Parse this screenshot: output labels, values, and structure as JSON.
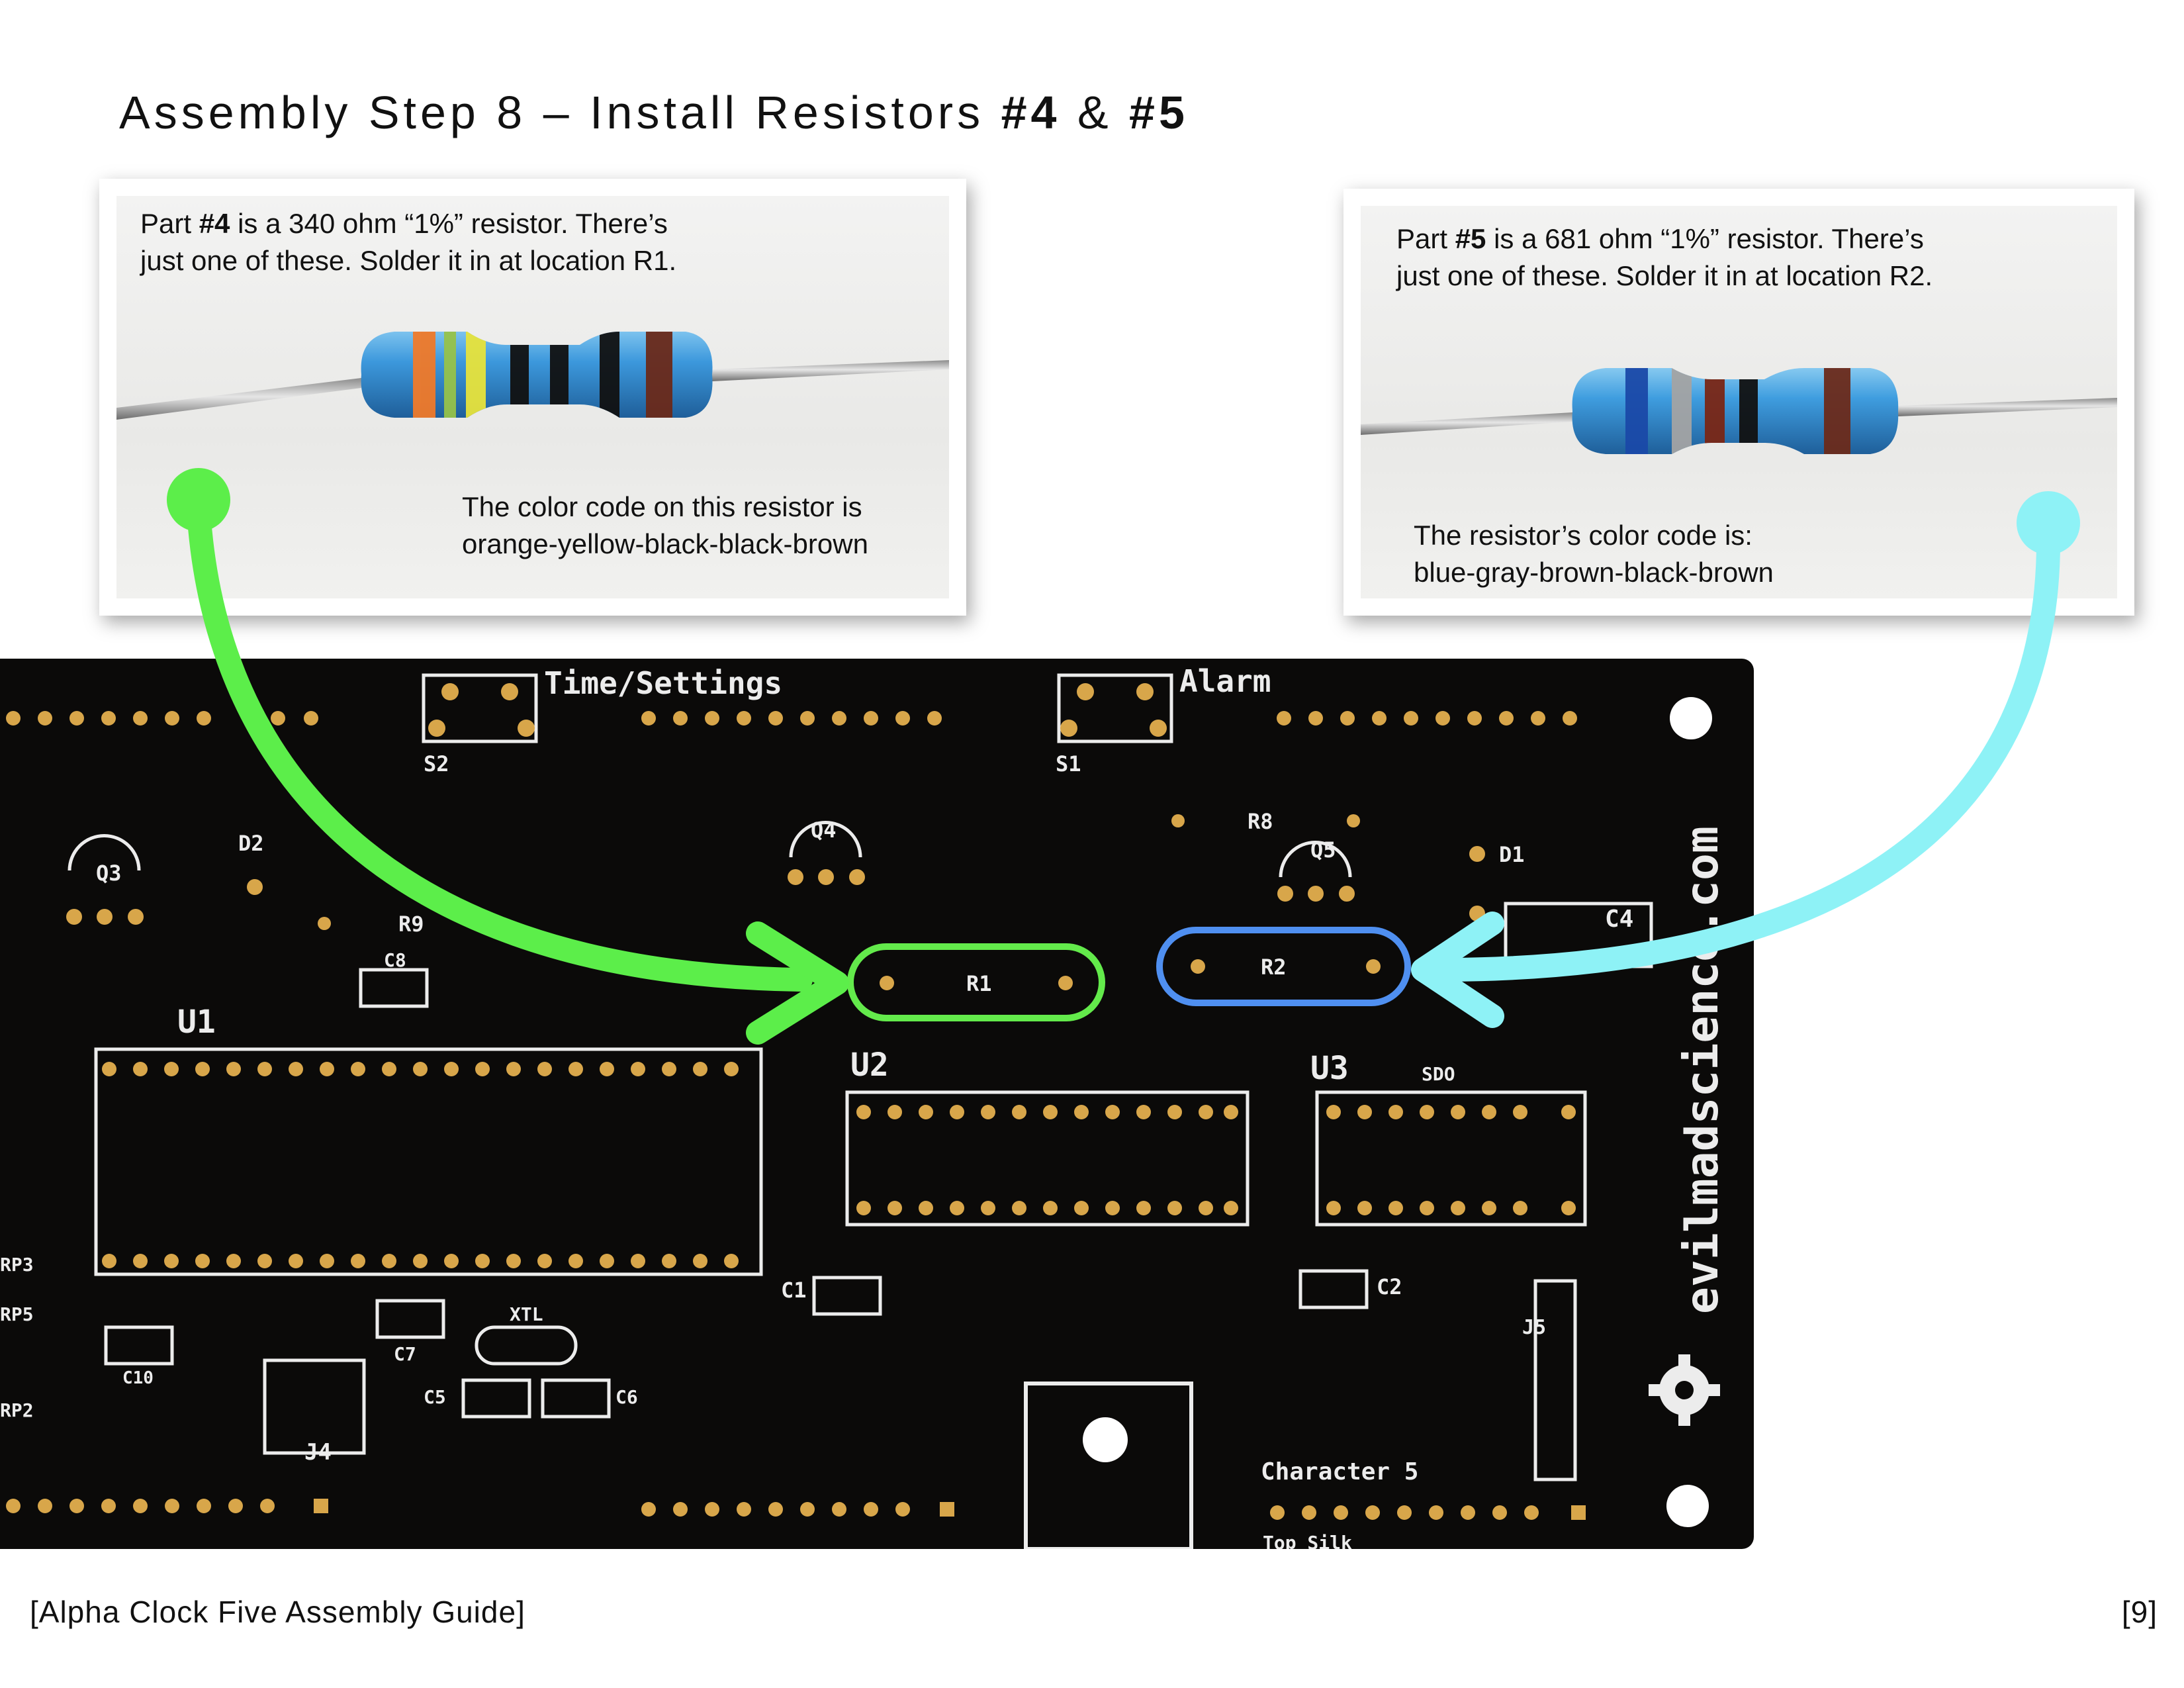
{
  "page": {
    "title_prefix": "Assembly Step 8 – Install Resistors ",
    "title_part_a": "#4",
    "title_amp": " & ",
    "title_part_b": "#5"
  },
  "card_left": {
    "line1_pre": "Part ",
    "line1_part": "#4",
    "line1_post": " is a 340 ohm “1%” resistor. There’s",
    "line2": "just one of these. Solder it in at location R1.",
    "color_line1": "The color code on this resistor is",
    "color_line2": "orange-yellow-black-black-brown"
  },
  "card_right": {
    "line1_pre": "Part ",
    "line1_part": "#5",
    "line1_post": " is a 681 ohm “1%” resistor. There’s",
    "line2": "just one of these. Solder it in at location R2.",
    "color_line1": "The resistor’s color code is:",
    "color_line2": "blue-gray-brown-black-brown"
  },
  "pcb_labels": {
    "time_settings": "Time/Settings",
    "alarm": "Alarm",
    "s2": "S2",
    "s1": "S1",
    "q3": "Q3",
    "d2": "D2",
    "q4": "Q4",
    "q5": "Q5",
    "d1": "D1",
    "r8": "R8",
    "r9": "R9",
    "r1": "R1",
    "r2": "R2",
    "c8": "C8",
    "c4": "C4",
    "c1": "C1",
    "c2": "C2",
    "c5": "C5",
    "c6": "C6",
    "c7": "C7",
    "c10": "C10",
    "u1": "U1",
    "u2": "U2",
    "u3": "U3",
    "sdo": "SDO",
    "xtl": "XTL",
    "j4": "J4",
    "j5": "J5",
    "rp3": "RP3",
    "rp5": "RP5",
    "rp2": "RP2",
    "character5": "Character 5",
    "top_silk": "Top Silk",
    "website": "evilmadscience.com"
  },
  "footer": {
    "guide": "[Alpha Clock Five Assembly Guide]",
    "page_number": "[9]"
  },
  "colors": {
    "green_arrow": "#5cee4a",
    "cyan_arrow": "#8ef2f6",
    "pcb": "#0b0a09",
    "silk": "#ececec",
    "r1_highlight": "#63ea4b",
    "r2_highlight": "#4f8ff0"
  },
  "resistor_bands": {
    "left": [
      "orange",
      "yellow",
      "black",
      "black",
      "brown"
    ],
    "right": [
      "blue",
      "gray",
      "brown",
      "black",
      "brown"
    ]
  }
}
